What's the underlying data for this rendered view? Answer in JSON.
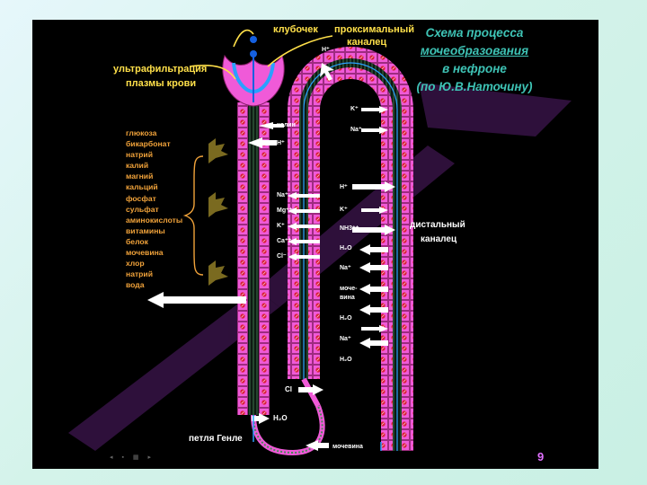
{
  "title": {
    "line1": "Схема процесса",
    "line2": "мочеобразования",
    "line3": "в нефроне",
    "line4": "(по Ю.В.Наточину)"
  },
  "labels": {
    "glomerulus": "клубочек",
    "proximal_1": "проксимальный",
    "proximal_2": "каналец",
    "ultrafiltration_1": "ультрафильтрация",
    "ultrafiltration_2": "плазмы крови",
    "distal_1": "дистальный",
    "distal_2": "каналец",
    "loop": "петля Генле"
  },
  "reabsorbed": [
    "глюкоза",
    "бикарбонат",
    "натрий",
    "калий",
    "магний",
    "кальций",
    "фосфат",
    "сульфат",
    "аминокислоты",
    "витамины",
    "белок",
    "мочевина",
    "хлор",
    "натрий",
    "вода"
  ],
  "ions_proximal": {
    "h_top": "H⁺",
    "choline": "холин",
    "h2": "H⁺"
  },
  "ions_loop_out": [
    "Na⁺",
    "Mg⁺⁺",
    "K⁺",
    "Ca⁺⁺",
    "Cl⁻"
  ],
  "ions_distal": {
    "k_top": "K⁺",
    "na_top": "Na⁺",
    "h": "H⁺",
    "k": "K⁺",
    "nh3": "NH3⁺⁺",
    "h2o_1": "H₂O",
    "na_1": "Na⁺",
    "urea_1": "моче-",
    "urea_2": "вина",
    "h2o_2": "H₂O",
    "na_2": "Na⁺",
    "h2o_3": "H₂O"
  },
  "ions_bottom": {
    "cl": "Cl",
    "h2o": "H₂O",
    "urea": "мочевина"
  },
  "page_number": "9",
  "nav_icons": "◂ ▪ ▦ ▸",
  "colors": {
    "tubule": "#f05ad8",
    "cell": "#d82c8c",
    "lumen": "#1a2a20",
    "title": "#3ec3b5",
    "list": "#f0a23a",
    "callout": "#ffe04a",
    "vessel": "#1560e0"
  }
}
